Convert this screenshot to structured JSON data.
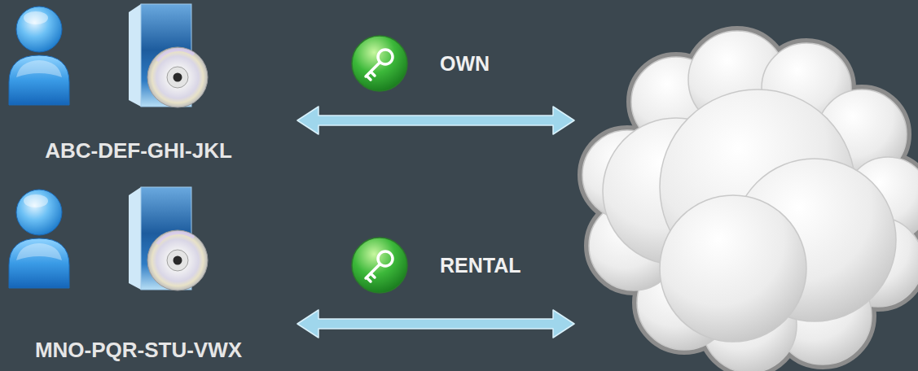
{
  "diagram": {
    "nodes": [
      {
        "text": [
          "ABC-DEF-GHI-JKL"
        ]
      },
      {
        "text": [
          "MNO-PQR-STU-VWX"
        ]
      },
      {
        "text": []
      }
    ],
    "edges": [
      {
        "from": 0,
        "to": 2,
        "label": "OWN",
        "arrow": "both"
      },
      {
        "from": 1,
        "to": 2,
        "label": "RENTAL",
        "arrow": "both"
      }
    ]
  }
}
